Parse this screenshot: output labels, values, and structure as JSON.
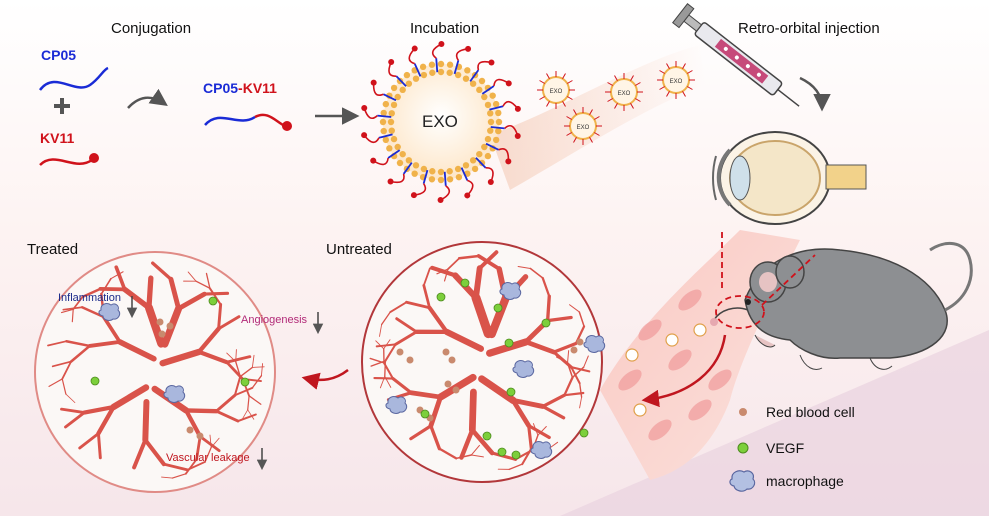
{
  "sections": {
    "conjugation": "Conjugation",
    "incubation": "Incubation",
    "injection": "Retro-orbital injection",
    "treated": "Treated",
    "untreated": "Untreated"
  },
  "molecules": {
    "cp05": "CP05",
    "plus": "+",
    "kv11": "KV11",
    "conj_cp05": "CP05",
    "conj_dash": "-",
    "conj_kv11": "KV11",
    "exo_core": "EXO",
    "exo_small": "EXO"
  },
  "annotations": {
    "inflammation": "Inflammation",
    "angiogenesis": "Angiogenesis",
    "leakage": "Vascular leakage"
  },
  "legend": [
    {
      "label": "Red blood cell",
      "icon": "red-blood-cell-icon"
    },
    {
      "label": "VEGF",
      "icon": "vegf-icon"
    },
    {
      "label": "macrophage",
      "icon": "macrophage-icon"
    }
  ],
  "colors": {
    "cp05": "#1a2bd6",
    "kv11": "#d0121b",
    "vessel": "#d9534a",
    "vegf": "#7ccf3b",
    "rbc": "#c98a6e",
    "macrophage": "#a9b7dd",
    "lipid": "#f0b24a"
  }
}
